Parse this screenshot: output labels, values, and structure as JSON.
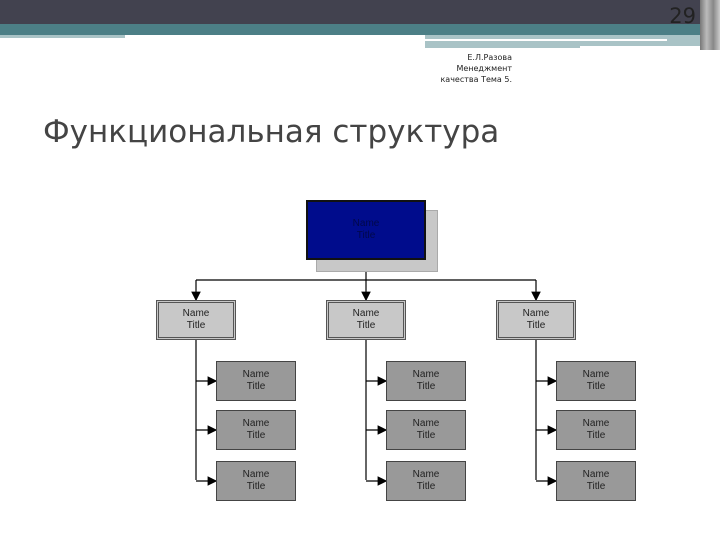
{
  "slide": {
    "number": "29",
    "author": [
      "Е.Л.Разова",
      "Менеджмент",
      "качества Тема 5."
    ],
    "title": "Функциональная структура"
  },
  "chart": {
    "top": {
      "name": "Name",
      "title": "Title"
    },
    "branches": [
      {
        "head": {
          "name": "Name",
          "title": "Title"
        },
        "children": [
          {
            "name": "Name",
            "title": "Title"
          },
          {
            "name": "Name",
            "title": "Title"
          },
          {
            "name": "Name",
            "title": "Title"
          }
        ]
      },
      {
        "head": {
          "name": "Name",
          "title": "Title"
        },
        "children": [
          {
            "name": "Name",
            "title": "Title"
          },
          {
            "name": "Name",
            "title": "Title"
          },
          {
            "name": "Name",
            "title": "Title"
          }
        ]
      },
      {
        "head": {
          "name": "Name",
          "title": "Title"
        },
        "children": [
          {
            "name": "Name",
            "title": "Title"
          },
          {
            "name": "Name",
            "title": "Title"
          },
          {
            "name": "Name",
            "title": "Title"
          }
        ]
      }
    ]
  }
}
